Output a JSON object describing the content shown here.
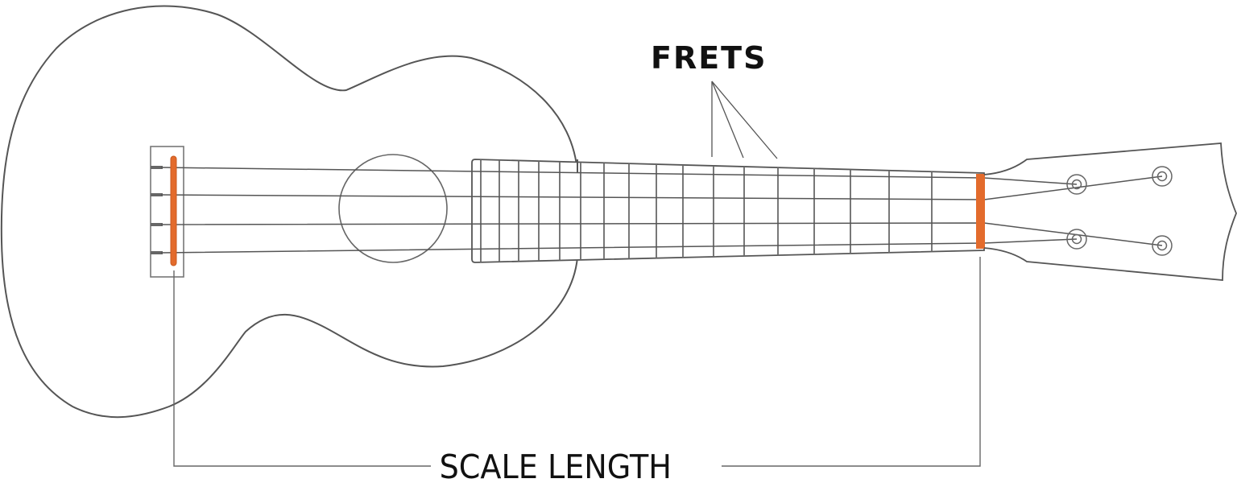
{
  "diagram": {
    "title": "Ukulele anatomy: frets and scale length",
    "labels": {
      "frets": "FRETS",
      "scale_length": "SCALE LENGTH"
    },
    "colors": {
      "outline": "#555555",
      "fret_line": "#666666",
      "string": "#555555",
      "highlight": "#E36B2C",
      "text": "#111111",
      "background": "#FFFFFF"
    },
    "parts": {
      "body": "ukulele-body",
      "soundhole": "soundhole",
      "bridge": "bridge",
      "saddle": "saddle",
      "fretboard": "fretboard",
      "nut": "nut",
      "headstock": "headstock",
      "tuners": 4,
      "strings": 4
    },
    "fret_positions_x": [
      597,
      620,
      644,
      669,
      695,
      721,
      750,
      781,
      815,
      848,
      886,
      924,
      966,
      1011,
      1056,
      1104,
      1157
    ],
    "fret_pointer_targets_x": [
      884,
      921,
      965
    ],
    "highlighted_elements": [
      "saddle",
      "nut"
    ]
  }
}
